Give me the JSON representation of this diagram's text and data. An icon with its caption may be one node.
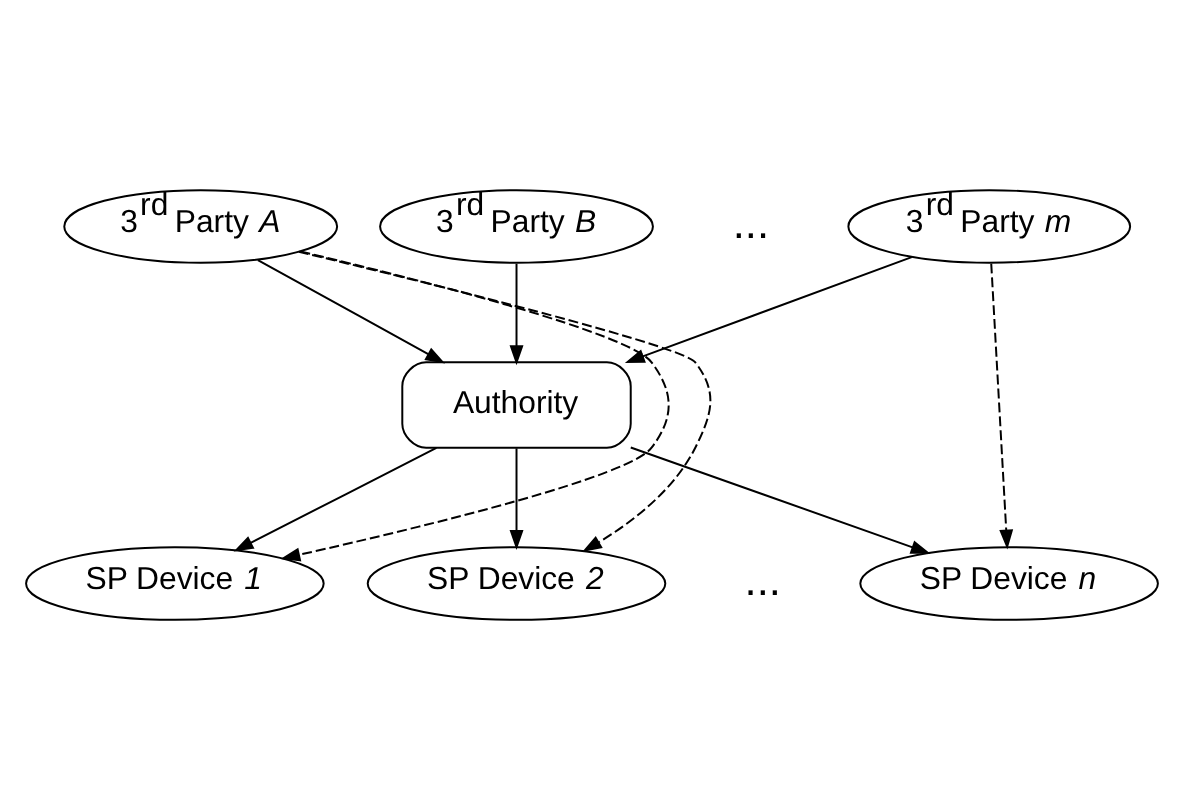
{
  "diagram": {
    "nodes": [
      {
        "text": [
          "3$^{rd}$ Party *A*"
        ]
      },
      {
        "text": [
          "3$^{rd}$ Party *B*"
        ]
      },
      {
        "text": [
          "3$^{rd}$ Party *m*"
        ]
      },
      {
        "text": [
          "Authority"
        ]
      },
      {
        "text": [
          "SP Device *1*"
        ]
      },
      {
        "text": [
          "SP Device *2*"
        ]
      },
      {
        "text": [
          "SP Device *n*"
        ]
      }
    ],
    "edges": [
      {
        "from": 0,
        "to": 3,
        "arrow": "to"
      },
      {
        "from": 1,
        "to": 3,
        "arrow": "to"
      },
      {
        "from": 2,
        "to": 3,
        "arrow": "to"
      },
      {
        "from": 3,
        "to": 4,
        "arrow": "to"
      },
      {
        "from": 3,
        "to": 5,
        "arrow": "to"
      },
      {
        "from": 3,
        "to": 6,
        "arrow": "to"
      },
      {
        "from": 0,
        "to": 4,
        "arrow": "to",
        "style": "dashed"
      },
      {
        "from": 0,
        "to": 5,
        "arrow": "to",
        "style": "dashed"
      },
      {
        "from": 2,
        "to": 6,
        "arrow": "to",
        "style": "dashed"
      }
    ],
    "labels": [
      "...",
      "..."
    ]
  }
}
